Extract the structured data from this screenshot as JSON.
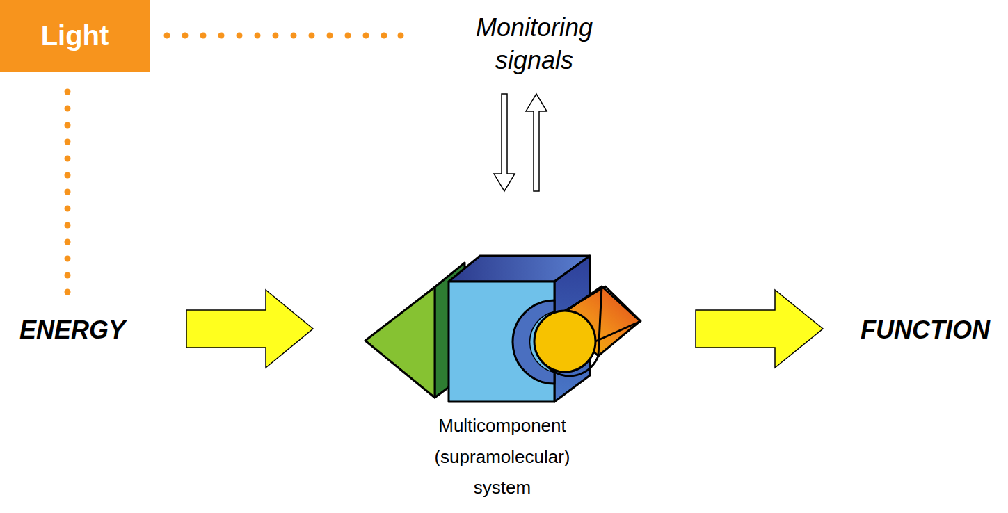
{
  "diagram": {
    "nodes": [
      {
        "text": [
          "Light"
        ]
      }
    ],
    "labels": [
      "Monitoring signals",
      "ENERGY",
      "FUNCTION",
      "Multicomponent (supramolecular) system"
    ]
  }
}
